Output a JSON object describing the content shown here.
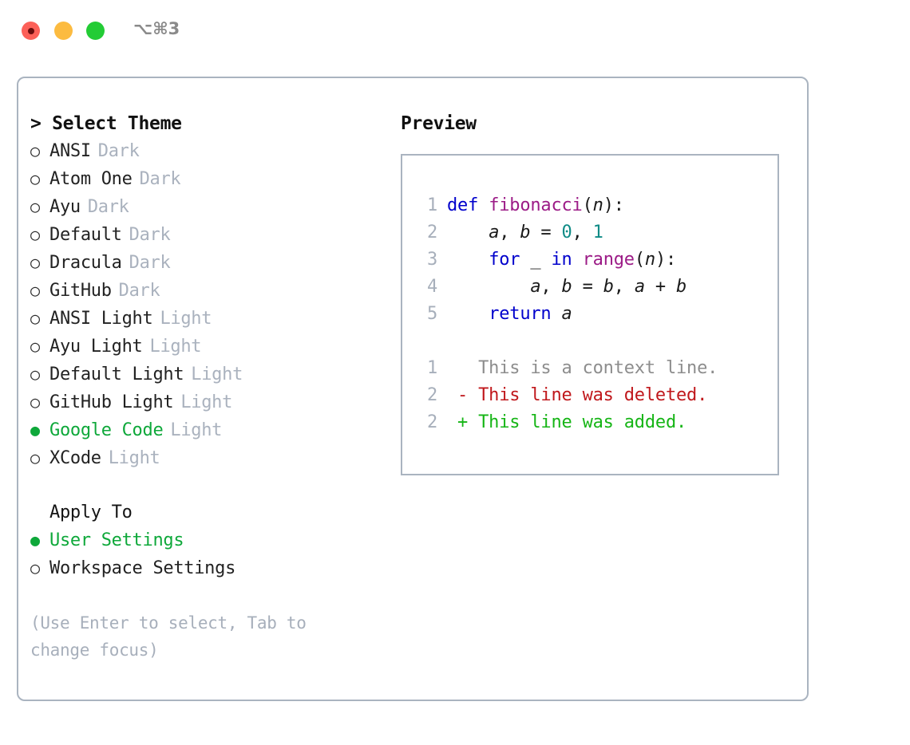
{
  "window": {
    "shortcut_label": "⌥⌘3",
    "traffic_lights": [
      "close-button",
      "minimize-button",
      "maximize-button"
    ],
    "accent_green": "#0ea83a",
    "border_color": "#aab4c0"
  },
  "theme_selector": {
    "heading": "> Select Theme",
    "bullet_unselected": "○",
    "bullet_selected": "●",
    "items": [
      {
        "name": "ANSI",
        "kind": "Dark",
        "selected": false
      },
      {
        "name": "Atom One",
        "kind": "Dark",
        "selected": false
      },
      {
        "name": "Ayu",
        "kind": "Dark",
        "selected": false
      },
      {
        "name": "Default",
        "kind": "Dark",
        "selected": false
      },
      {
        "name": "Dracula",
        "kind": "Dark",
        "selected": false
      },
      {
        "name": "GitHub",
        "kind": "Dark",
        "selected": false
      },
      {
        "name": "ANSI Light",
        "kind": "Light",
        "selected": false
      },
      {
        "name": "Ayu Light",
        "kind": "Light",
        "selected": false
      },
      {
        "name": "Default Light",
        "kind": "Light",
        "selected": false
      },
      {
        "name": "GitHub Light",
        "kind": "Light",
        "selected": false
      },
      {
        "name": "Google Code",
        "kind": "Light",
        "selected": true
      },
      {
        "name": "XCode",
        "kind": "Light",
        "selected": false
      }
    ]
  },
  "apply_to": {
    "heading": "Apply To",
    "options": [
      {
        "name": "User Settings",
        "selected": true
      },
      {
        "name": "Workspace Settings",
        "selected": false
      }
    ]
  },
  "hint": "(Use Enter to select, Tab to change focus)",
  "preview": {
    "heading": "Preview",
    "code_lines": [
      {
        "lineno": "1",
        "tokens": [
          {
            "t": "def",
            "c": "kw"
          },
          {
            "t": " ",
            "c": "pn"
          },
          {
            "t": "fibonacci",
            "c": "fn"
          },
          {
            "t": "(",
            "c": "pn"
          },
          {
            "t": "n",
            "c": "var"
          },
          {
            "t": "):",
            "c": "pn"
          }
        ]
      },
      {
        "lineno": "2",
        "tokens": [
          {
            "t": "    ",
            "c": "pn"
          },
          {
            "t": "a",
            "c": "var"
          },
          {
            "t": ", ",
            "c": "pn"
          },
          {
            "t": "b",
            "c": "var"
          },
          {
            "t": " = ",
            "c": "pn"
          },
          {
            "t": "0",
            "c": "num"
          },
          {
            "t": ", ",
            "c": "pn"
          },
          {
            "t": "1",
            "c": "num"
          }
        ]
      },
      {
        "lineno": "3",
        "tokens": [
          {
            "t": "    ",
            "c": "pn"
          },
          {
            "t": "for",
            "c": "kw"
          },
          {
            "t": " _ ",
            "c": "pn"
          },
          {
            "t": "in",
            "c": "kw"
          },
          {
            "t": " ",
            "c": "pn"
          },
          {
            "t": "range",
            "c": "fn"
          },
          {
            "t": "(",
            "c": "pn"
          },
          {
            "t": "n",
            "c": "var"
          },
          {
            "t": "):",
            "c": "pn"
          }
        ]
      },
      {
        "lineno": "4",
        "tokens": [
          {
            "t": "        ",
            "c": "pn"
          },
          {
            "t": "a",
            "c": "var"
          },
          {
            "t": ", ",
            "c": "pn"
          },
          {
            "t": "b",
            "c": "var"
          },
          {
            "t": " = ",
            "c": "pn"
          },
          {
            "t": "b",
            "c": "var"
          },
          {
            "t": ", ",
            "c": "pn"
          },
          {
            "t": "a",
            "c": "var"
          },
          {
            "t": " + ",
            "c": "pn"
          },
          {
            "t": "b",
            "c": "var"
          }
        ]
      },
      {
        "lineno": "5",
        "tokens": [
          {
            "t": "    ",
            "c": "pn"
          },
          {
            "t": "return",
            "c": "kw"
          },
          {
            "t": " ",
            "c": "pn"
          },
          {
            "t": "a",
            "c": "var"
          }
        ]
      }
    ],
    "diff_lines": [
      {
        "lineno": "1",
        "marker": " ",
        "text": "This is a context line.",
        "kind": "ctx"
      },
      {
        "lineno": "2",
        "marker": "-",
        "text": "This line was deleted.",
        "kind": "del"
      },
      {
        "lineno": "2",
        "marker": "+",
        "text": "This line was added.",
        "kind": "add"
      }
    ],
    "syntax_colors": {
      "keyword": "#0000cc",
      "function": "#9c1c87",
      "number": "#0f8b86",
      "variable": "#1a1a1a",
      "linenumber": "#a7afbb",
      "diff_context": "#8d8d8d",
      "diff_deleted": "#c0181c",
      "diff_added": "#16b516"
    }
  }
}
